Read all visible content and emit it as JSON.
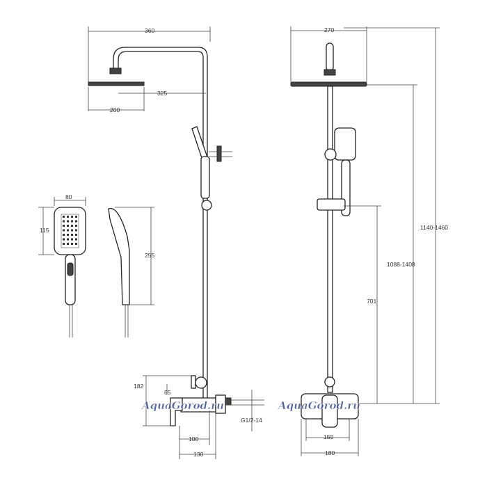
{
  "side_view": {
    "width_overall": "360",
    "arm_reach": "325",
    "head_center": "200",
    "valve_height": "65",
    "mixer_height": "182",
    "mixer_depth_inner": "100",
    "mixer_depth": "130",
    "thread": "G1/2-14"
  },
  "hand_shower": {
    "width": "80",
    "head_height": "115",
    "length": "255"
  },
  "front_view": {
    "head_width": "270",
    "total_height": "1140-1460",
    "rail_height": "1088-1408",
    "holder_height": "701",
    "outlet_spacing": "150",
    "mixer_width": "180"
  },
  "watermark": [
    "AquaGorod.ru",
    "AquaGorod.ru"
  ]
}
